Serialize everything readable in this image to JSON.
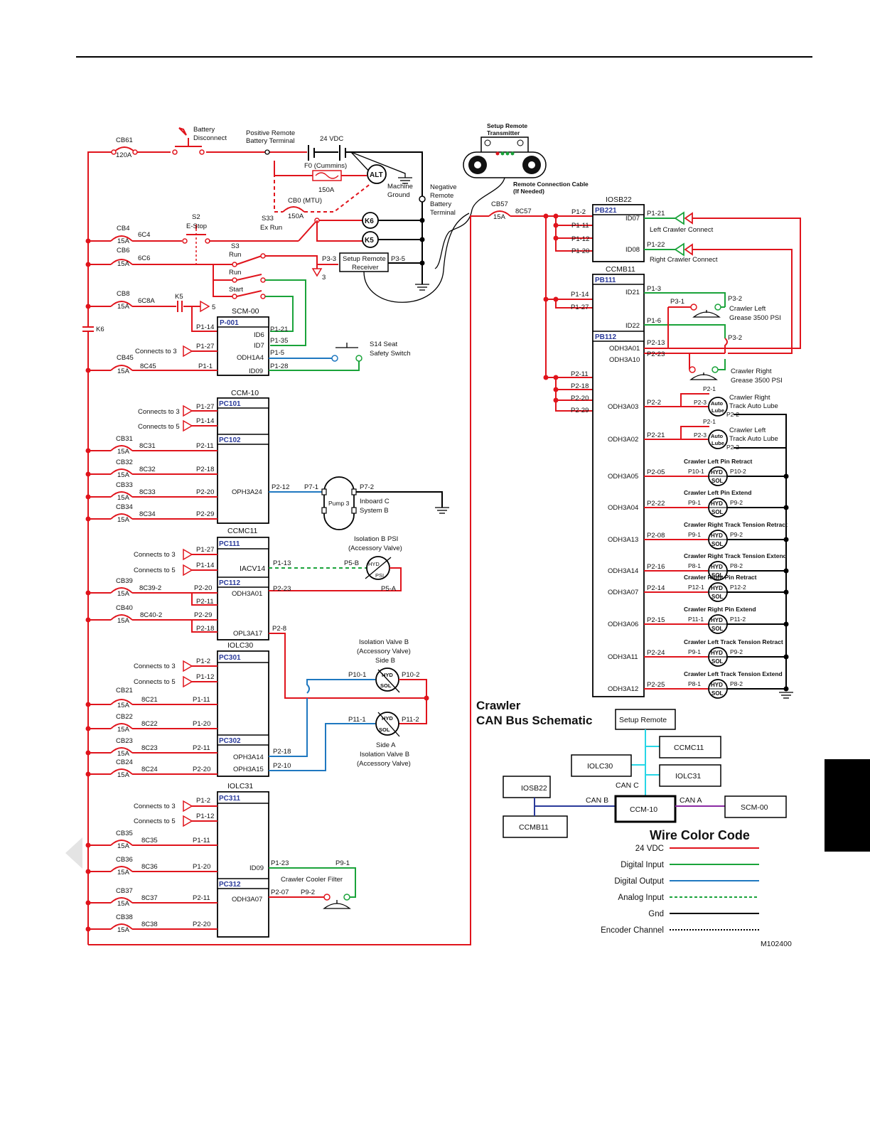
{
  "page": {
    "figure_id": "M102400"
  },
  "colors": {
    "red_24vdc": "#e0141c",
    "green_digital_input": "#1aa33a",
    "blue_digital_output": "#1f78c0",
    "black_gnd": "#000000"
  },
  "top_left": {
    "cb61": "CB61",
    "cb61_amp": "120A",
    "battery_disconnect": [
      "Battery",
      "Disconnect"
    ],
    "positive_terminal": [
      "Positive Remote",
      "Battery Terminal"
    ],
    "vdc": "24 VDC",
    "f0": "F0 (Cummins)",
    "f0_amp": "150A",
    "alt": "ALT",
    "machine_ground": [
      "Machine",
      "Ground"
    ],
    "negative_terminal": [
      "Negative",
      "Remote",
      "Battery",
      "Terminal"
    ],
    "cb0": "CB0 (MTU)",
    "cb0_amp": "150A",
    "cb4": "CB4",
    "cb4_amp": "15A",
    "w6c4": "6C4",
    "s2": "S2",
    "estop": "E-Stop",
    "s33": "S33",
    "exrun": "Ex Run",
    "k6": "K6",
    "k5": "K5",
    "cb6": "CB6",
    "cb6_amp": "15A",
    "w6c6": "6C6",
    "s3": "S3",
    "run": "Run",
    "run2": "Run",
    "start": "Start",
    "p33": "P3-3",
    "p35": "P3-5",
    "receiver": [
      "Setup Remote",
      "Receiver"
    ],
    "gnd3": "3",
    "cb8": "CB8",
    "cb8_amp": "15A",
    "w6c8a": "6C8A",
    "k5b": "K5",
    "n5": "5",
    "k6coil": "K6",
    "scm_title": "SCM-00",
    "scm_mod": "P-001",
    "scm_p114": "P1-14",
    "scm_p127": "P1-27",
    "scm_p11": "P1-1",
    "scm_id6": "ID6",
    "scm_id7": "ID7",
    "scm_odh": "ODH1A4",
    "scm_id09": "ID09",
    "scm_p121": "P1-21",
    "scm_p135": "P1-35",
    "scm_p15": "P1-5",
    "scm_p128": "P1-28",
    "connects3": "Connects to 3",
    "cb45": "CB45",
    "cb45_amp": "15A",
    "w8c45": "8C45",
    "s14": [
      "S14 Seat",
      "Safety Switch"
    ]
  },
  "remote": {
    "title": [
      "Setup Remote",
      "Transmitter"
    ],
    "cable": [
      "Remote Connection Cable",
      "(If Needed)"
    ]
  },
  "ccm10": {
    "title": "CCM-10",
    "pc101": "PC101",
    "pc102": "PC102",
    "connects3": "Connects to 3",
    "connects5": "Connects to 5",
    "p127": "P1-27",
    "p114": "P1-14",
    "cb31": "CB31",
    "w31": "8C31",
    "p211": "P2-11",
    "cb32": "CB32",
    "w32": "8C32",
    "p218": "P2-18",
    "cb33": "CB33",
    "w33": "8C33",
    "p220": "P2-20",
    "cb34": "CB34",
    "w34": "8C34",
    "p229": "P2-29",
    "amp": "15A",
    "oph": "OPH3A24",
    "p212": "P2-12",
    "p71": "P7-1",
    "p72": "P7-2",
    "pump": "Pump 3",
    "inboard": [
      "Inboard C",
      "System B"
    ]
  },
  "ccmc11": {
    "title": "CCMC11",
    "pc111": "PC111",
    "pc112": "PC112",
    "connects3": "Connects to 3",
    "connects5": "Connects to 5",
    "p127": "P1-27",
    "p114": "P1-14",
    "iacv": "IACV14",
    "p113": "P1-13",
    "p5b": "P5-B",
    "iso": [
      "Isolation B PSI",
      "(Accessory Valve)"
    ],
    "hyd": "HYD",
    "psi": "PSI",
    "cb39": "CB39",
    "w39": "8C39-2",
    "p220": "P2-20",
    "p211": "P2-11",
    "odh": "ODH3A01",
    "p223": "P2-23",
    "p5a": "P5-A",
    "cb40": "CB40",
    "w40": "8C40-2",
    "p229": "P2-29",
    "p218": "P2-18",
    "opl": "OPL3A17",
    "p28": "P2-8",
    "amp": "15A"
  },
  "iolc30": {
    "title": "IOLC30",
    "pc301": "PC301",
    "pc302": "PC302",
    "connects3": "Connects to 3",
    "connects5": "Connects to 5",
    "p12": "P1-2",
    "p112": "P1-12",
    "cb21": "CB21",
    "w21": "8C21",
    "p111": "P1-11",
    "cb22": "CB22",
    "w22": "8C22",
    "p120": "P1-20",
    "cb23": "CB23",
    "w23": "8C23",
    "p211": "P2-11",
    "cb24": "CB24",
    "w24": "8C24",
    "p220": "P2-20",
    "amp": "15A",
    "oph14": "OPH3A14",
    "oph15": "OPH3A15",
    "p218": "P2-18",
    "p210": "P2-10",
    "valve_top": [
      "Isolation Valve B",
      "(Accessory Valve)",
      "Side B"
    ],
    "p101": "P10-1",
    "p102": "P10-2",
    "p111v": "P11-1",
    "p112v": "P11-2",
    "valve_bot": [
      "Side A",
      "Isolation Valve B",
      "(Accessory Valve)"
    ],
    "hyd": "HYD",
    "sol": "SOL"
  },
  "iolc31": {
    "title": "IOLC31",
    "pc311": "PC311",
    "pc312": "PC312",
    "connects3": "Connects to 3",
    "connects5": "Connects to 5",
    "p12": "P1-2",
    "p112": "P1-12",
    "cb35": "CB35",
    "w35": "8C35",
    "p111": "P1-11",
    "cb36": "CB36",
    "w36": "8C36",
    "p120": "P1-20",
    "cb37": "CB37",
    "w37": "8C37",
    "p211": "P2-11",
    "cb38": "CB38",
    "w38": "8C38",
    "p220": "P2-20",
    "amp": "15A",
    "id09": "ID09",
    "odh": "ODH3A07",
    "p123": "P1-23",
    "p91": "P9-1",
    "p207": "P2-07",
    "p92": "P9-2",
    "filter": "Crawler Cooler Filter"
  },
  "right": {
    "cb57": "CB57",
    "cb57_amp": "15A",
    "w8c57": "8C57",
    "iosb_title": "IOSB22",
    "pb221": "PB221",
    "iosb_pins_left": [
      "P1-2",
      "P1-11",
      "P1-12",
      "P1-20"
    ],
    "id07": "ID07",
    "id08": "ID08",
    "p121": "P1-21",
    "p122": "P1-22",
    "left_connect": "Left Crawler Connect",
    "right_connect": "Right Crawler Connect",
    "ccmb_title": "CCMB11",
    "pb111": "PB111",
    "pb112": "PB112",
    "ccmb_p114": "P1-14",
    "ccmb_p127": "P1-27",
    "id21": "ID21",
    "id22": "ID22",
    "p13": "P1-3",
    "p16": "P1-6",
    "p31": "P3-1",
    "p32a": "P3-2",
    "p32b": "P3-2",
    "grease_left": [
      "Crawler Left",
      "Grease 3500 PSI"
    ],
    "grease_right": [
      "Crawler Right",
      "Grease 3500 PSI"
    ],
    "odh_a01": "ODH3A01",
    "odh_a10": "ODH3A10",
    "p213": "P2-13",
    "p223": "P2-23",
    "pb112_pins": [
      "P2-11",
      "P2-18",
      "P2-20",
      "P2-29"
    ],
    "outputs": [
      {
        "odh": "ODH3A03",
        "pin": "P2-2",
        "a": "P2-3",
        "b": "P2-2",
        "top": "P2-1",
        "name": "Crawler Right",
        "name2": "Track Auto Lube",
        "kind": "auto"
      },
      {
        "odh": "ODH3A02",
        "pin": "P2-21",
        "a": "P2-3",
        "b": "P2-2",
        "top": "P2-1",
        "name": "Crawler Left",
        "name2": "Track Auto Lube",
        "kind": "auto"
      },
      {
        "odh": "ODH3A05",
        "pin": "P2-05",
        "a": "P10-1",
        "b": "P10-2",
        "name": "Crawler Left Pin Retract",
        "kind": "sol"
      },
      {
        "odh": "ODH3A04",
        "pin": "P2-22",
        "a": "P9-1",
        "b": "P9-2",
        "name": "Crawler Left Pin Extend",
        "kind": "sol"
      },
      {
        "odh": "ODH3A13",
        "pin": "P2-08",
        "a": "P9-1",
        "b": "P9-2",
        "name": "Crawler Right Track Tension Retract",
        "kind": "sol"
      },
      {
        "odh": "ODH3A14",
        "pin": "P2-16",
        "a": "P8-1",
        "b": "P8-2",
        "name": "Crawler Right Track Tension Extend",
        "kind": "sol"
      },
      {
        "odh": "ODH3A07",
        "pin": "P2-14",
        "a": "P12-1",
        "b": "P12-2",
        "name": "Crawler Right Pin Retract",
        "kind": "sol"
      },
      {
        "odh": "ODH3A06",
        "pin": "P2-15",
        "a": "P11-1",
        "b": "P11-2",
        "name": "Crawler Right Pin Extend",
        "kind": "sol"
      },
      {
        "odh": "ODH3A11",
        "pin": "P2-24",
        "a": "P9-1",
        "b": "P9-2",
        "name": "Crawler Left Track Tension Retract",
        "kind": "sol"
      },
      {
        "odh": "ODH3A12",
        "pin": "P2-25",
        "a": "P8-1",
        "b": "P8-2",
        "name": "Crawler Left Track Tension Extend",
        "kind": "sol"
      }
    ],
    "auto": "Auto",
    "lube": "Lube",
    "hyd": "HYD",
    "sol": "SOL"
  },
  "can": {
    "title1": "Crawler",
    "title2": "CAN Bus Schematic",
    "setup_remote": "Setup Remote",
    "ccmc11": "CCMC11",
    "iolc30": "IOLC30",
    "iolc31": "IOLC31",
    "can_c": "CAN C",
    "iosb22": "IOSB22",
    "can_b": "CAN B",
    "ccm10": "CCM-10",
    "can_a": "CAN A",
    "scm00": "SCM-00",
    "ccmb11": "CCMB11"
  },
  "legend": {
    "title": "Wire Color Code",
    "items": [
      {
        "label": "24 VDC",
        "color": "#e0141c",
        "dash": "none"
      },
      {
        "label": "Digital Input",
        "color": "#1aa33a",
        "dash": "none"
      },
      {
        "label": "Digital Output",
        "color": "#1f78c0",
        "dash": "none"
      },
      {
        "label": "Analog Input",
        "color": "#1aa33a",
        "dash": "dashed"
      },
      {
        "label": "Gnd",
        "color": "#000000",
        "dash": "none"
      },
      {
        "label": "Encoder Channel",
        "color": "#000000",
        "dash": "dotted"
      }
    ]
  }
}
